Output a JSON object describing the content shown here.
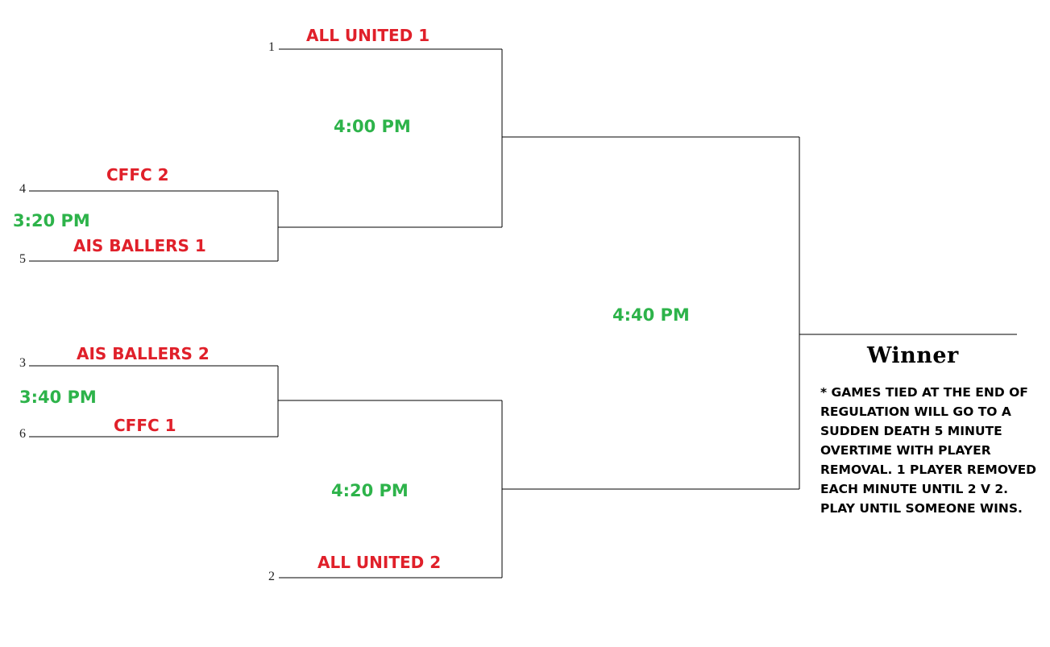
{
  "seeds": {
    "s1": "1",
    "s4": "4",
    "s5": "5",
    "s3": "3",
    "s6": "6",
    "s2": "2"
  },
  "teams": {
    "all_united_1": "ALL UNITED 1",
    "cffc_2": "CFFC 2",
    "ais_ballers_1": "AIS BALLERS 1",
    "ais_ballers_2": "AIS BALLERS 2",
    "cffc_1": "CFFC 1",
    "all_united_2": "ALL UNITED 2"
  },
  "times": {
    "game_4v5": "3:20 PM",
    "game_3v6": "3:40 PM",
    "semi_top": "4:00 PM",
    "semi_bottom": "4:20 PM",
    "final": "4:40 PM"
  },
  "winner_label": "Winner",
  "note": "* GAMES TIED AT THE END OF REGULATION WILL GO TO A SUDDEN DEATH 5 MINUTE OVERTIME WITH PLAYER REMOVAL. 1 PLAYER REMOVED EACH MINUTE UNTIL 2 V 2.   PLAY UNTIL SOMEONE WINS.",
  "colors": {
    "team_text": "#e0202a",
    "time_text": "#2db34a",
    "lines": "#000000"
  }
}
